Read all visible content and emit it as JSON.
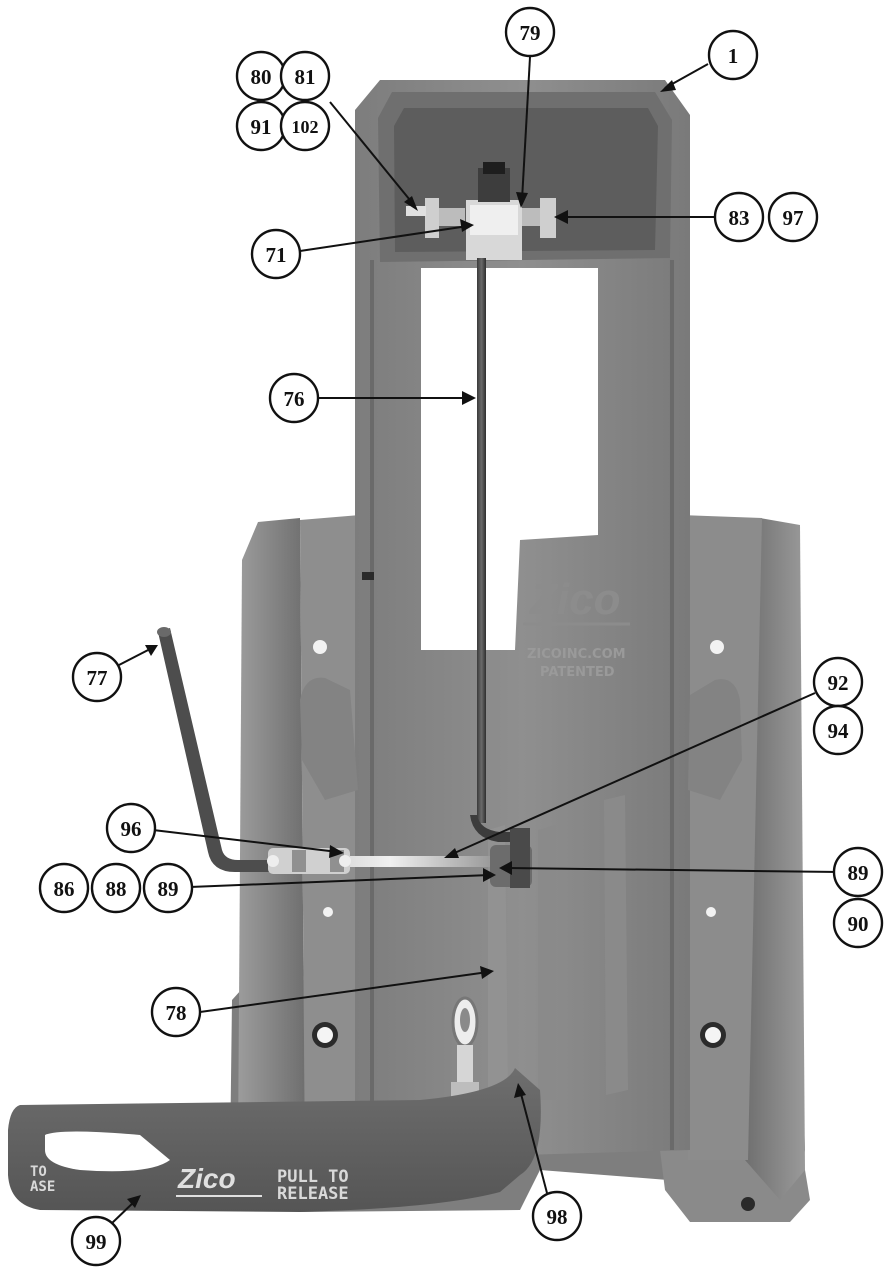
{
  "figure": {
    "callouts": [
      {
        "id": "c1",
        "label": "1"
      },
      {
        "id": "c79",
        "label": "79"
      },
      {
        "id": "c80",
        "label": "80"
      },
      {
        "id": "c81",
        "label": "81"
      },
      {
        "id": "c91",
        "label": "91"
      },
      {
        "id": "c102",
        "label": "102"
      },
      {
        "id": "c83",
        "label": "83"
      },
      {
        "id": "c97",
        "label": "97"
      },
      {
        "id": "c71",
        "label": "71"
      },
      {
        "id": "c76",
        "label": "76"
      },
      {
        "id": "c77",
        "label": "77"
      },
      {
        "id": "c92",
        "label": "92"
      },
      {
        "id": "c94",
        "label": "94"
      },
      {
        "id": "c96",
        "label": "96"
      },
      {
        "id": "c89a",
        "label": "89"
      },
      {
        "id": "c90",
        "label": "90"
      },
      {
        "id": "c86",
        "label": "86"
      },
      {
        "id": "c88",
        "label": "88"
      },
      {
        "id": "c89b",
        "label": "89"
      },
      {
        "id": "c78",
        "label": "78"
      },
      {
        "id": "c98",
        "label": "98"
      },
      {
        "id": "c99",
        "label": "99"
      }
    ],
    "bracket_markings": {
      "logo": "Zico",
      "line1": "ZICOINC.COM",
      "line2": "PATENTED"
    },
    "strap": {
      "logo": "Zico",
      "text_line1": "PULL TO",
      "text_line2": "RELEASE",
      "end_text_line1": "TO",
      "end_text_line2": "ASE"
    }
  }
}
